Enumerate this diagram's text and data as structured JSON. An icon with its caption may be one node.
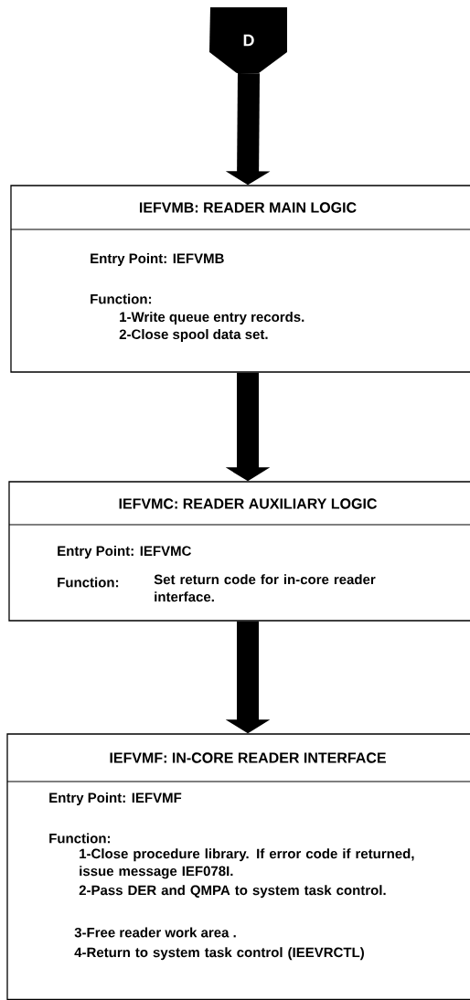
{
  "diagram": {
    "nodes": [
      {
        "text": [
          "D"
        ]
      },
      {
        "text": [
          "IEFVMB:  READER MAIN LOGIC",
          "Entry Point:  IEFVMB",
          "Function:",
          "1-Write queue entry records.",
          "2-Close spool data set."
        ]
      },
      {
        "text": [
          "IEFVMC:  READER AUXILIARY LOGIC",
          "Entry Point:  IEFVMC",
          "Function:",
          "Set return code for in-core reader interface."
        ]
      },
      {
        "text": [
          "IEFVMF:  IN-CORE READER INTERFACE",
          "Entry Point:  IEFVMF",
          "Function:",
          "1-Close procedure library. If error code if returned, issue message IEF078I.",
          "2-Pass DER and QMPA to system task control.",
          "3-Free reader work area .",
          "4-Return to system task control (IEEVRCTL)"
        ]
      }
    ],
    "edges": [
      {
        "from": 0,
        "to": 1,
        "arrow": "to"
      },
      {
        "from": 1,
        "to": 2,
        "arrow": "to"
      },
      {
        "from": 2,
        "to": 3,
        "arrow": "to"
      }
    ]
  }
}
